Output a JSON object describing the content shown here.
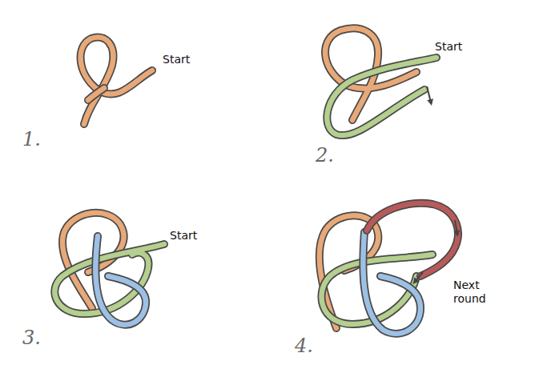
{
  "diagram": {
    "labels": [
      "Start",
      "1.",
      "Start",
      "2.",
      "Start",
      "3.",
      "Next round",
      "4."
    ]
  }
}
